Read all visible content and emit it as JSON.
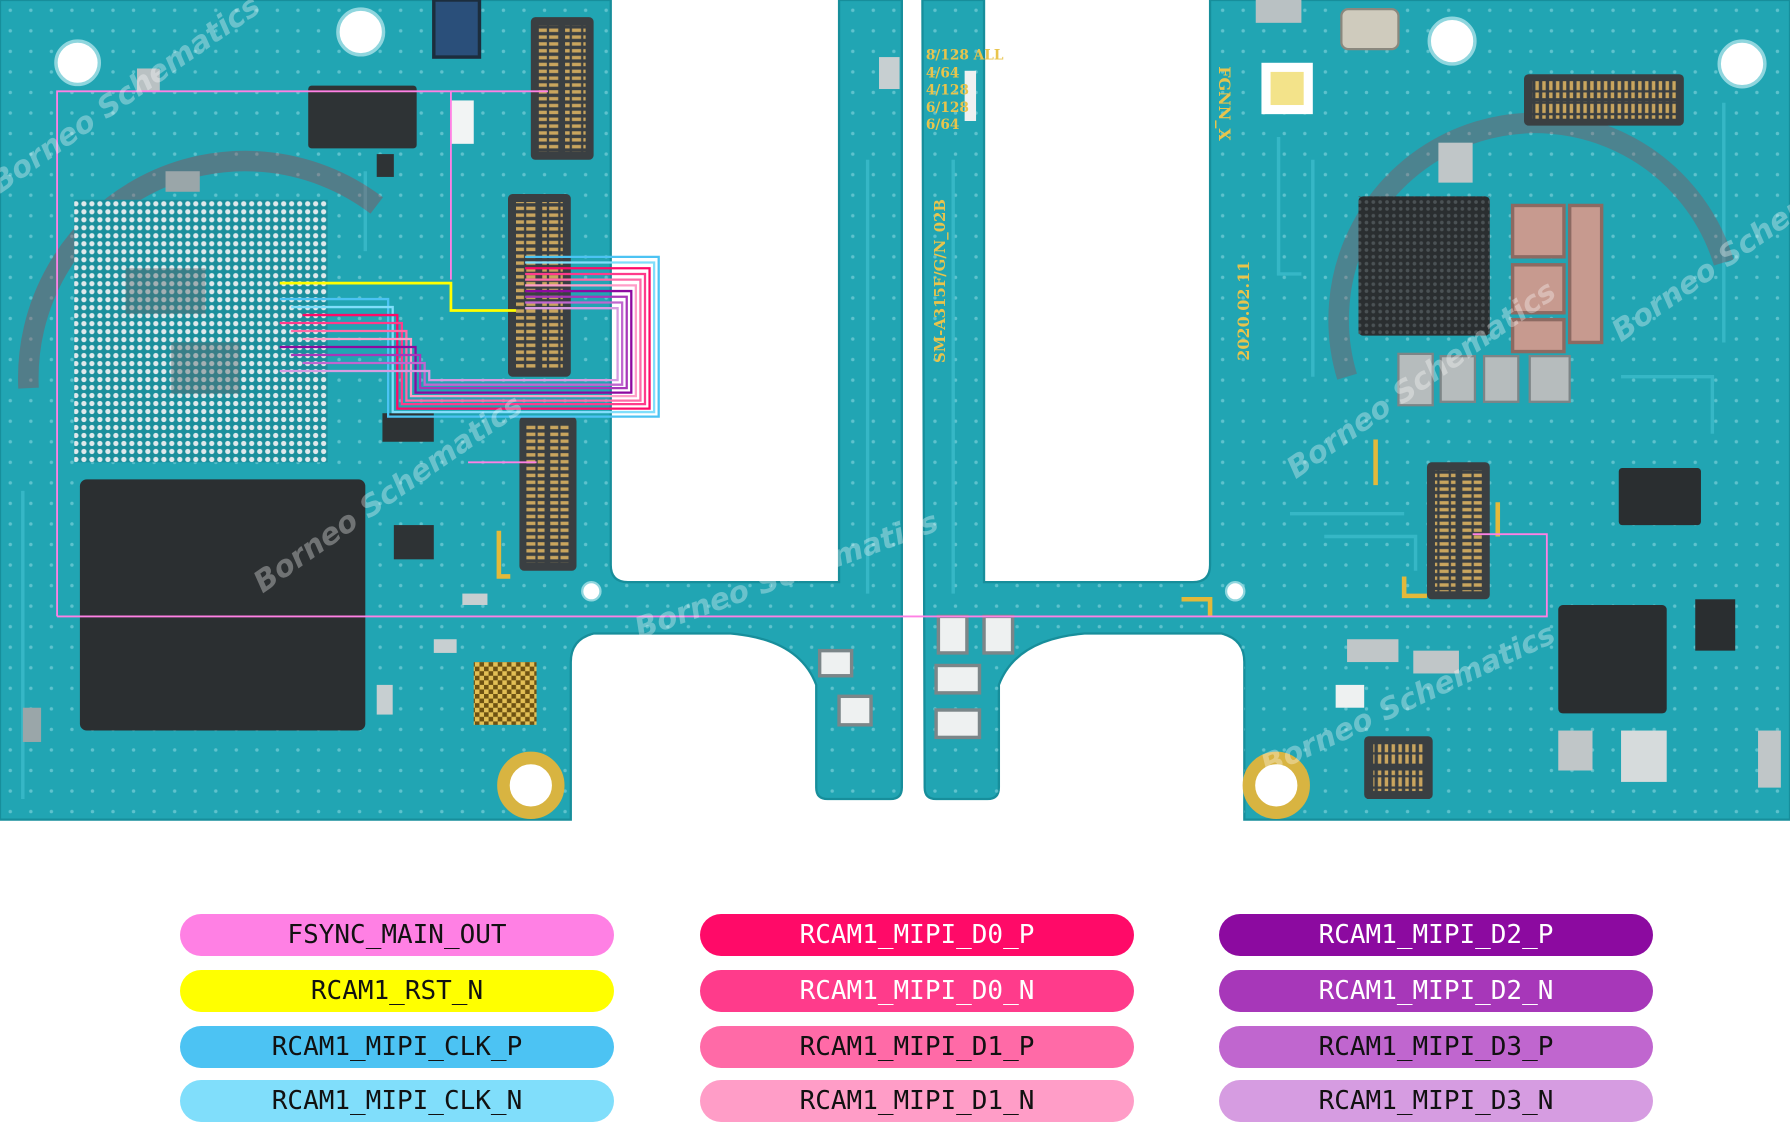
{
  "board": {
    "variant_labels": [
      "8/128 ALL",
      "4/64",
      "4/128",
      "6/128",
      "6/64"
    ],
    "model": "SM-A315F/G/N_02B",
    "date": "2020.02.11",
    "code": "FGNN_X",
    "watermark": "Borneo Schematics"
  },
  "legend": [
    {
      "label": "FSYNC_MAIN_OUT",
      "color": "#ff80e4",
      "text_color": "#111111"
    },
    {
      "label": "RCAM1_RST_N",
      "color": "#ffff00",
      "text_color": "#111111"
    },
    {
      "label": "RCAM1_MIPI_CLK_P",
      "color": "#4cc3f3",
      "text_color": "#111111"
    },
    {
      "label": "RCAM1_MIPI_CLK_N",
      "color": "#80defb",
      "text_color": "#111111"
    },
    {
      "label": "RCAM1_MIPI_D0_P",
      "color": "#ff0a68",
      "text_color": "#ffffff"
    },
    {
      "label": "RCAM1_MIPI_D0_N",
      "color": "#ff3b8b",
      "text_color": "#ffffff"
    },
    {
      "label": "RCAM1_MIPI_D1_P",
      "color": "#ff6aa7",
      "text_color": "#111111"
    },
    {
      "label": "RCAM1_MIPI_D1_N",
      "color": "#ff9dc7",
      "text_color": "#111111"
    },
    {
      "label": "RCAM1_MIPI_D2_P",
      "color": "#8c0aa0",
      "text_color": "#ffffff"
    },
    {
      "label": "RCAM1_MIPI_D2_N",
      "color": "#a737b9",
      "text_color": "#ffffff"
    },
    {
      "label": "RCAM1_MIPI_D3_P",
      "color": "#c066cf",
      "text_color": "#111111"
    },
    {
      "label": "RCAM1_MIPI_D3_N",
      "color": "#d69ce1",
      "text_color": "#111111"
    }
  ]
}
